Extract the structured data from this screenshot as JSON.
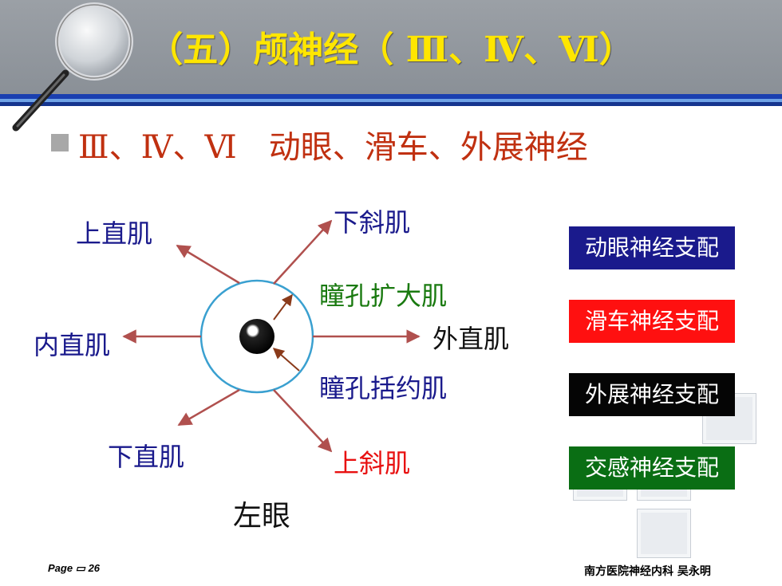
{
  "title": "（五）颅神经（ Ⅲ、Ⅳ、Ⅵ）",
  "bullet_text": "Ⅲ、Ⅳ、Ⅵ　动眼、滑车、外展神经",
  "labels": {
    "superior_rectus": "上直肌",
    "inferior_oblique": "下斜肌",
    "pupil_dilator": "瞳孔扩大肌",
    "medial_rectus": "内直肌",
    "lateral_rectus": "外直肌",
    "pupil_sphincter": "瞳孔括约肌",
    "inferior_rectus": "下直肌",
    "superior_oblique": "上斜肌",
    "left_eye": "左眼"
  },
  "legend": [
    {
      "label": "动眼神经支配",
      "color": "#1a1a8c"
    },
    {
      "label": "滑车神经支配",
      "color": "#ff1010"
    },
    {
      "label": "外展神经支配",
      "color": "#050505"
    },
    {
      "label": "交感神经支配",
      "color": "#0a6e14"
    }
  ],
  "colors": {
    "oculomotor": "#1a1a8c",
    "trochlear": "#e81010",
    "abducens": "#111111",
    "sympathetic": "#1a7a10",
    "arrow": "#b0504e",
    "title": "#ffe600",
    "bullet_text": "#c03010"
  },
  "footer": {
    "page": "Page ▭ 26",
    "credit": "南方医院神经内科 吴永明"
  }
}
